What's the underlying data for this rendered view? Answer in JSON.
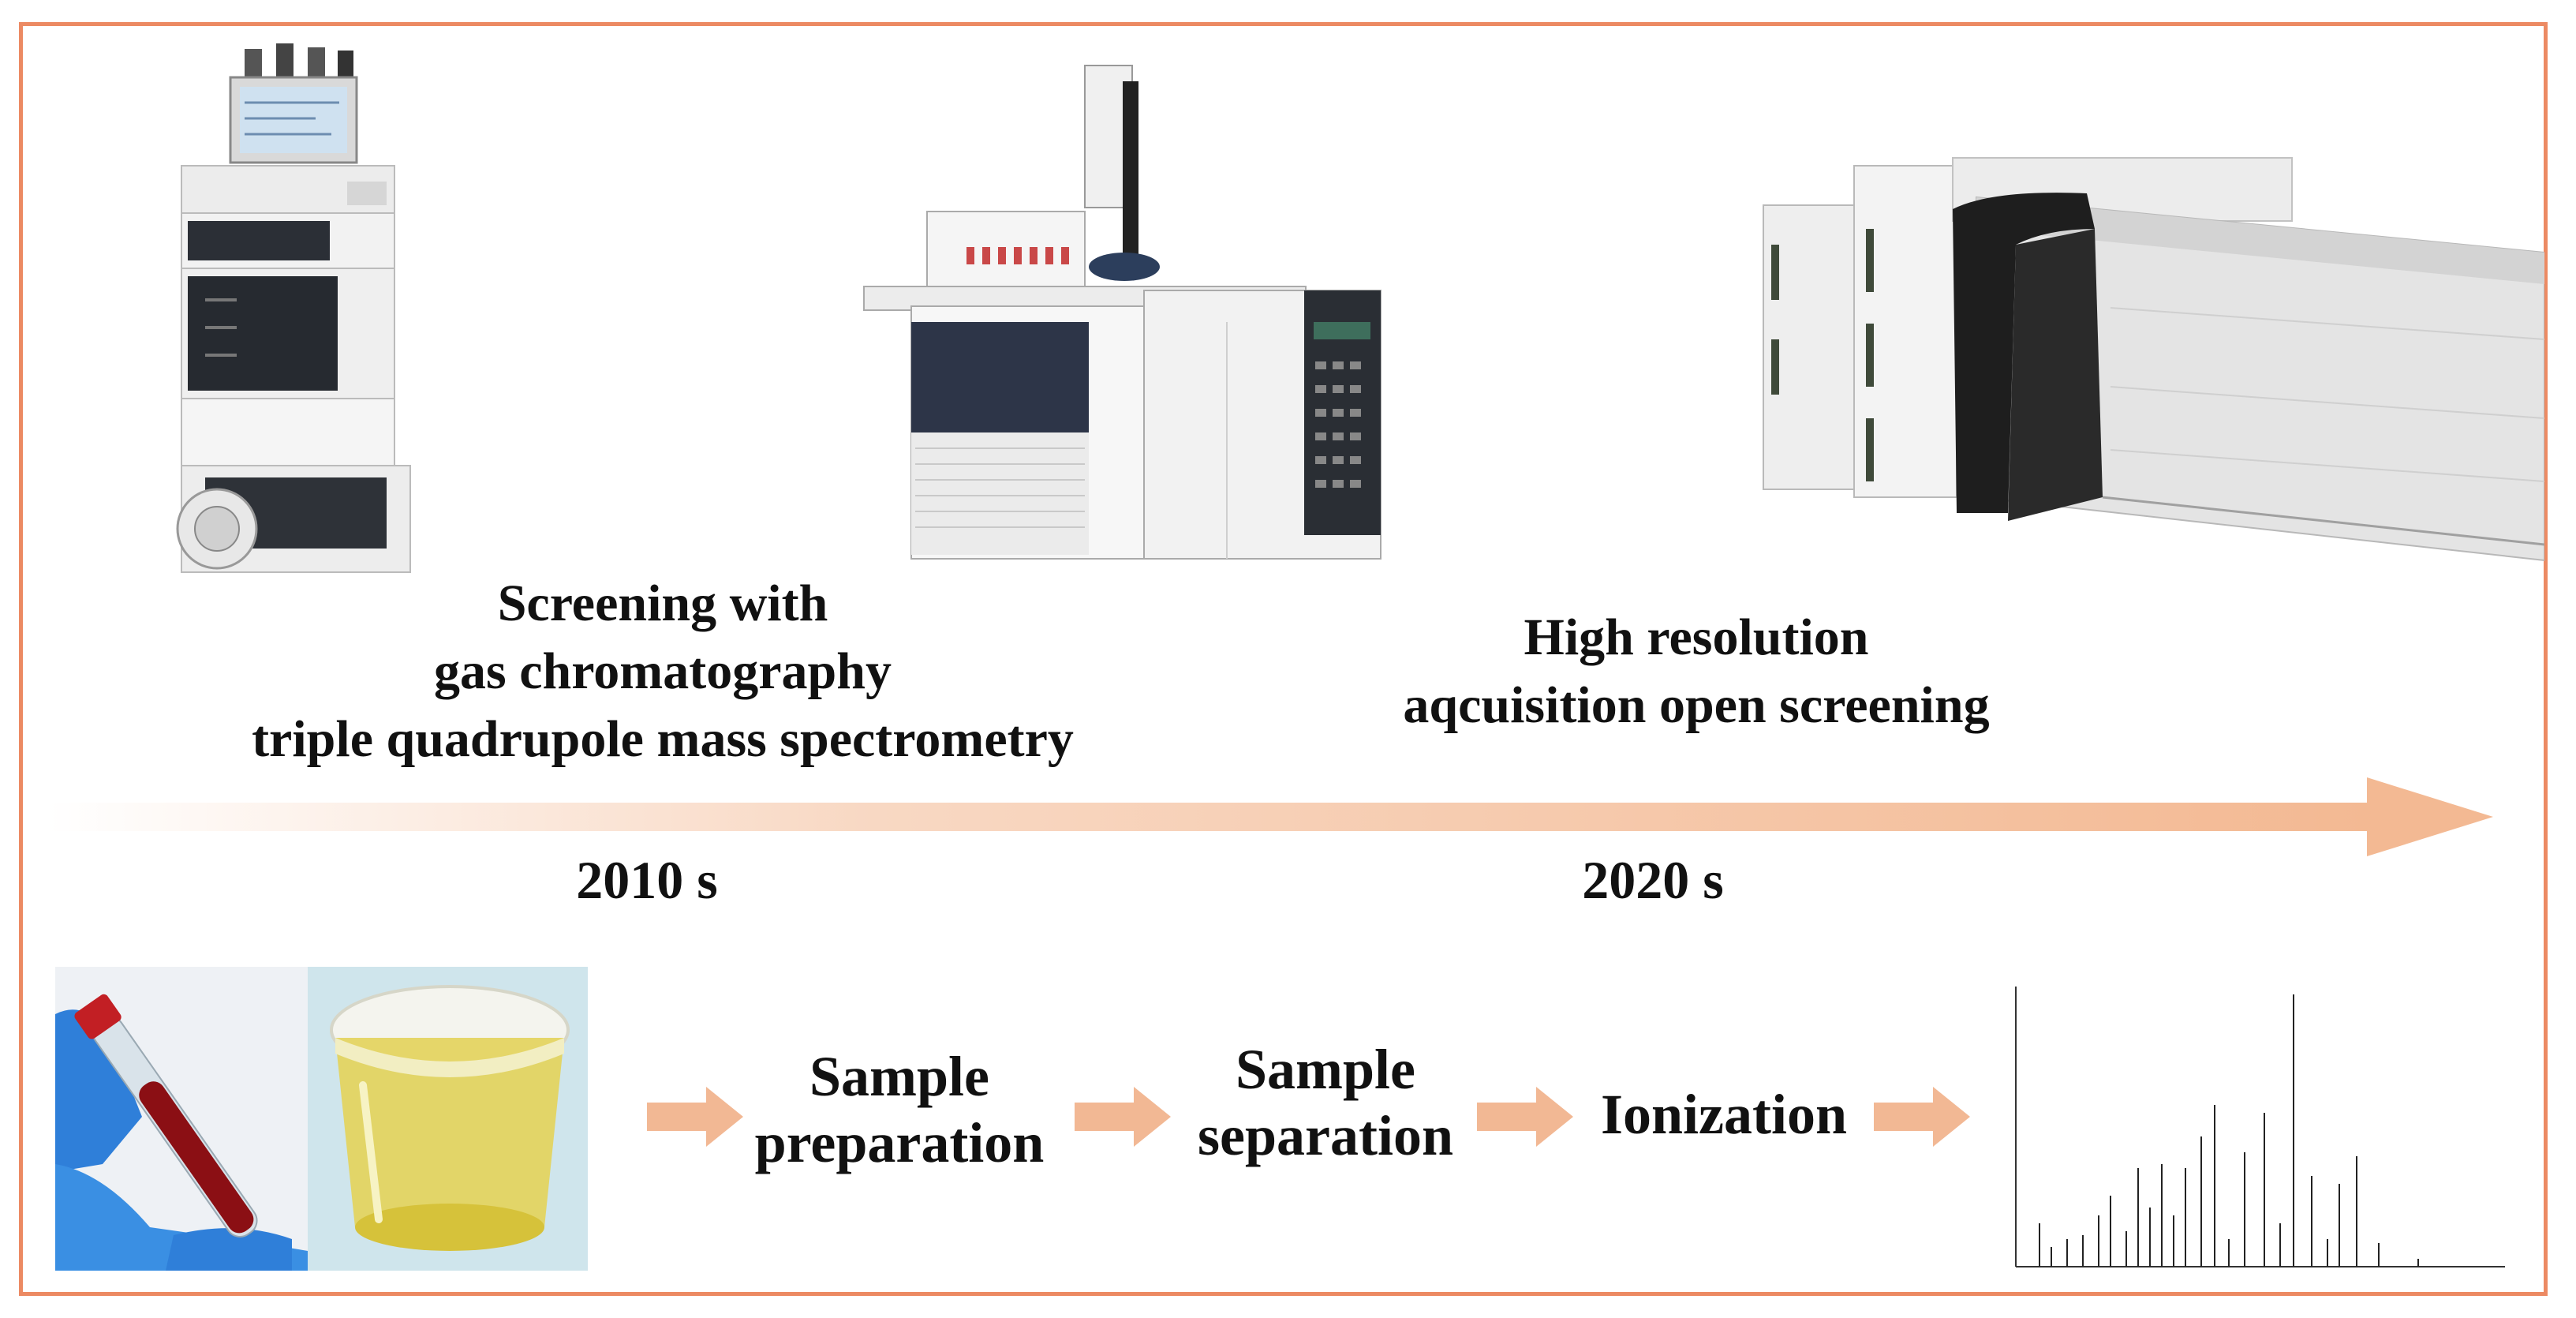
{
  "timeline": {
    "left_caption": [
      "Screening with",
      "gas chromatography",
      "triple quadrupole mass spectrometry"
    ],
    "right_caption": [
      "High resolution",
      "aqcuisition open screening"
    ],
    "year_left": "2010 s",
    "year_right": "2020 s"
  },
  "workflow": {
    "step1": [
      "Sample",
      "preparation"
    ],
    "step2": [
      "Sample",
      "separation"
    ],
    "step3": "Ionization"
  },
  "colors": {
    "frame": "#ec8a63",
    "arrow": "#f3b993",
    "small_arrow": "#f2b894"
  },
  "icons": {
    "lc_stack": "liquid-chromatograph-icon",
    "gc_ms": "gc-mass-spectrometer-icon",
    "hrms": "high-resolution-ms-icon",
    "blood": "blood-tube-icon",
    "urine": "urine-cup-icon",
    "spectrum": "mass-spectrum-icon"
  }
}
